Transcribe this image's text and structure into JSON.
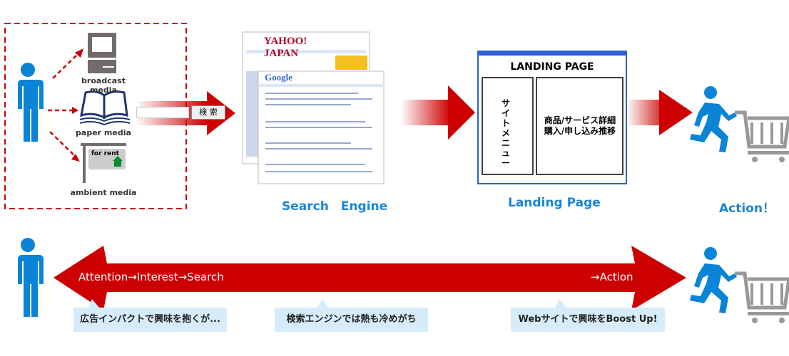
{
  "media": {
    "broadcast": "broadcast media",
    "paper": "paper media",
    "ambient": "ambient media",
    "sign_text": "for rent"
  },
  "search_box": {
    "button": "検 索"
  },
  "search_engine": {
    "label": "Search　Engine",
    "yahoo_logo": "YAHOO! JAPAN",
    "google_logo": "Google"
  },
  "landing": {
    "title": "LANDING PAGE",
    "side_menu": "サイトメニュー",
    "main_line1": "商品/サービス詳細",
    "main_line2": "購入/申し込み推移",
    "label": "Landing Page"
  },
  "action_label": "Action！",
  "flow": {
    "left_text": "Attention→Interest→Search",
    "right_text": "→Action"
  },
  "callouts": [
    "広告インパクトで興味を抱くが...",
    "検索エンジンでは熱も冷めがち",
    "Webサイトで興味をBoost Up!"
  ],
  "colors": {
    "red": "#cc0000",
    "blue": "#0a84d6",
    "callout": "#d6ecfa"
  }
}
